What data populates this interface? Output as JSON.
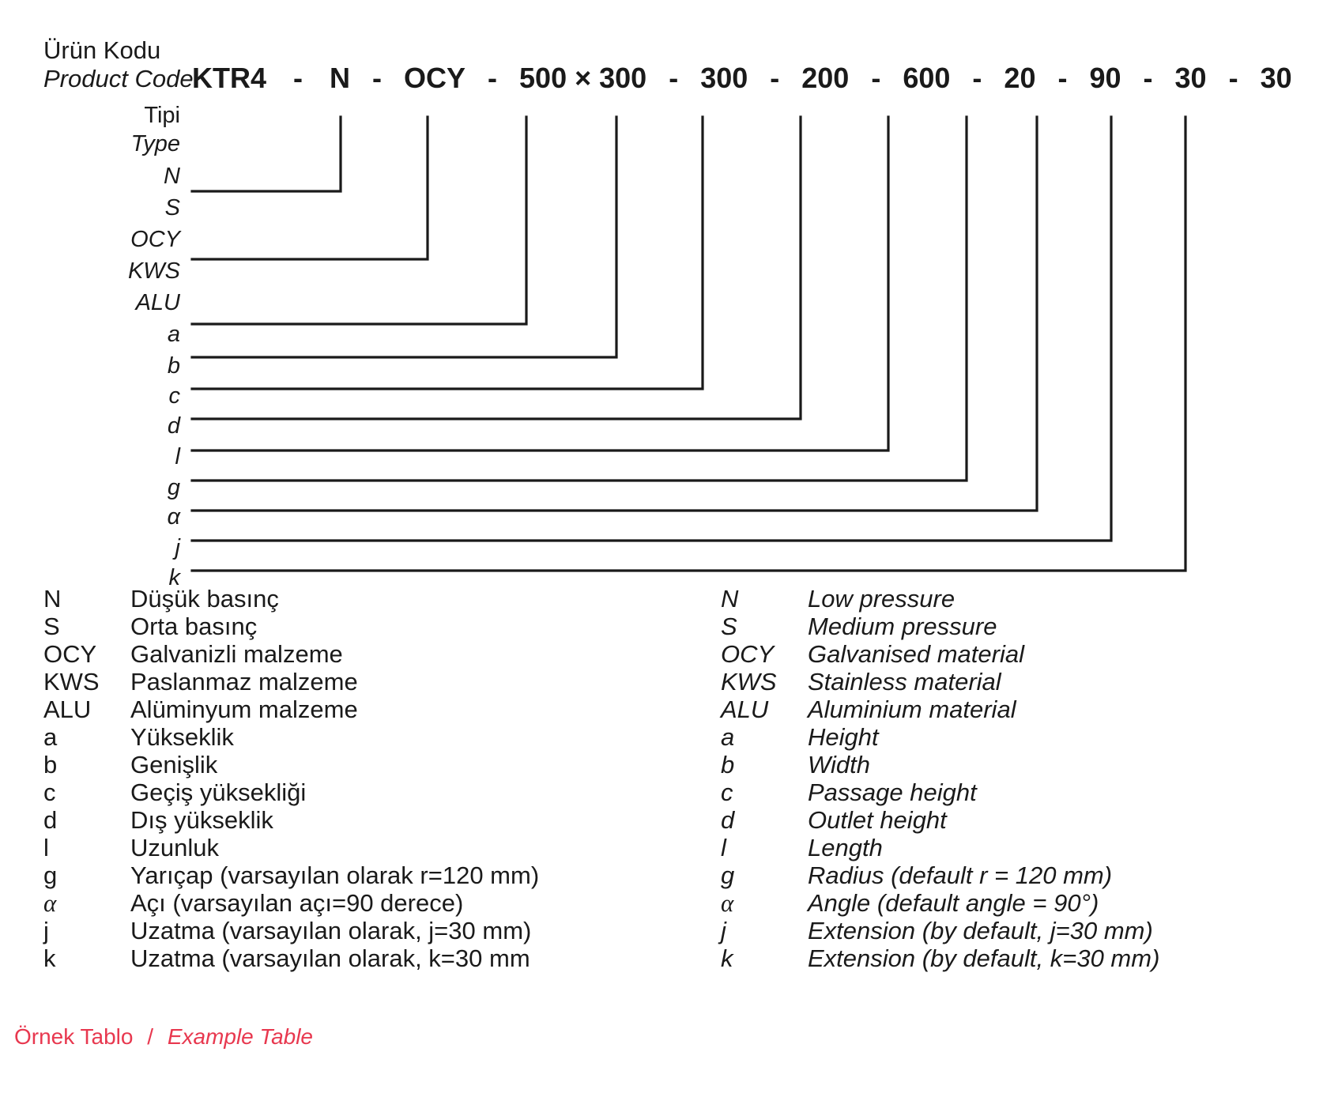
{
  "header": {
    "label_tr": "Ürün Kodu",
    "label_en": "Product Code",
    "code_segments": [
      "KTR4",
      "N",
      "OCY",
      "500 × 300",
      "300",
      "200",
      "600",
      "20",
      "90",
      "30",
      "30"
    ],
    "separator": "-"
  },
  "diagram": {
    "labels": [
      {
        "text": "Tipi",
        "style": "tr"
      },
      {
        "text": "Type",
        "style": "it"
      },
      {
        "text": "N",
        "style": "it"
      },
      {
        "text": "S",
        "style": "it"
      },
      {
        "text": "OCY",
        "style": "it"
      },
      {
        "text": "KWS",
        "style": "it"
      },
      {
        "text": "ALU",
        "style": "it"
      },
      {
        "text": "a",
        "style": "it"
      },
      {
        "text": "b",
        "style": "it"
      },
      {
        "text": "c",
        "style": "it"
      },
      {
        "text": "d",
        "style": "it"
      },
      {
        "text": "l",
        "style": "it"
      },
      {
        "text": "g",
        "style": "it"
      },
      {
        "text": "α",
        "style": "it"
      },
      {
        "text": "j",
        "style": "it"
      },
      {
        "text": "k",
        "style": "it"
      }
    ]
  },
  "legend": {
    "turkish": [
      {
        "key": "N",
        "value": "Düşük basınç"
      },
      {
        "key": "S",
        "value": "Orta basınç"
      },
      {
        "key": "OCY",
        "value": "Galvanizli malzeme"
      },
      {
        "key": "KWS",
        "value": "Paslanmaz malzeme"
      },
      {
        "key": "ALU",
        "value": "Alüminyum malzeme"
      },
      {
        "key": "a",
        "value": "Yükseklik"
      },
      {
        "key": "b",
        "value": "Genişlik"
      },
      {
        "key": "c",
        "value": "Geçiş yüksekliği"
      },
      {
        "key": "d",
        "value": "Dış yükseklik"
      },
      {
        "key": "l",
        "value": "Uzunluk"
      },
      {
        "key": "g",
        "value": "Yarıçap (varsayılan olarak r=120 mm)"
      },
      {
        "key": "α",
        "value": "Açı (varsayılan açı=90 derece)"
      },
      {
        "key": "j",
        "value": "Uzatma (varsayılan olarak, j=30 mm)"
      },
      {
        "key": "k",
        "value": "Uzatma (varsayılan olarak, k=30 mm"
      }
    ],
    "english": [
      {
        "key": "N",
        "value": "Low pressure"
      },
      {
        "key": "S",
        "value": "Medium pressure"
      },
      {
        "key": "OCY",
        "value": "Galvanised material"
      },
      {
        "key": "KWS",
        "value": "Stainless material"
      },
      {
        "key": "ALU",
        "value": "Aluminium material"
      },
      {
        "key": "a",
        "value": "Height"
      },
      {
        "key": "b",
        "value": "Width"
      },
      {
        "key": "c",
        "value": "Passage height"
      },
      {
        "key": "d",
        "value": "Outlet height"
      },
      {
        "key": "l",
        "value": "Length"
      },
      {
        "key": "g",
        "value": "Radius (default r = 120 mm)"
      },
      {
        "key": "α",
        "value": "Angle (default angle = 90°)"
      },
      {
        "key": "j",
        "value": "Extension (by default, j=30 mm)"
      },
      {
        "key": "k",
        "value": "Extension (by default, k=30 mm)"
      }
    ]
  },
  "caption": {
    "tr": "Örnek Tablo",
    "separator": "/",
    "en": "Example Table",
    "color": "#E8384F"
  }
}
